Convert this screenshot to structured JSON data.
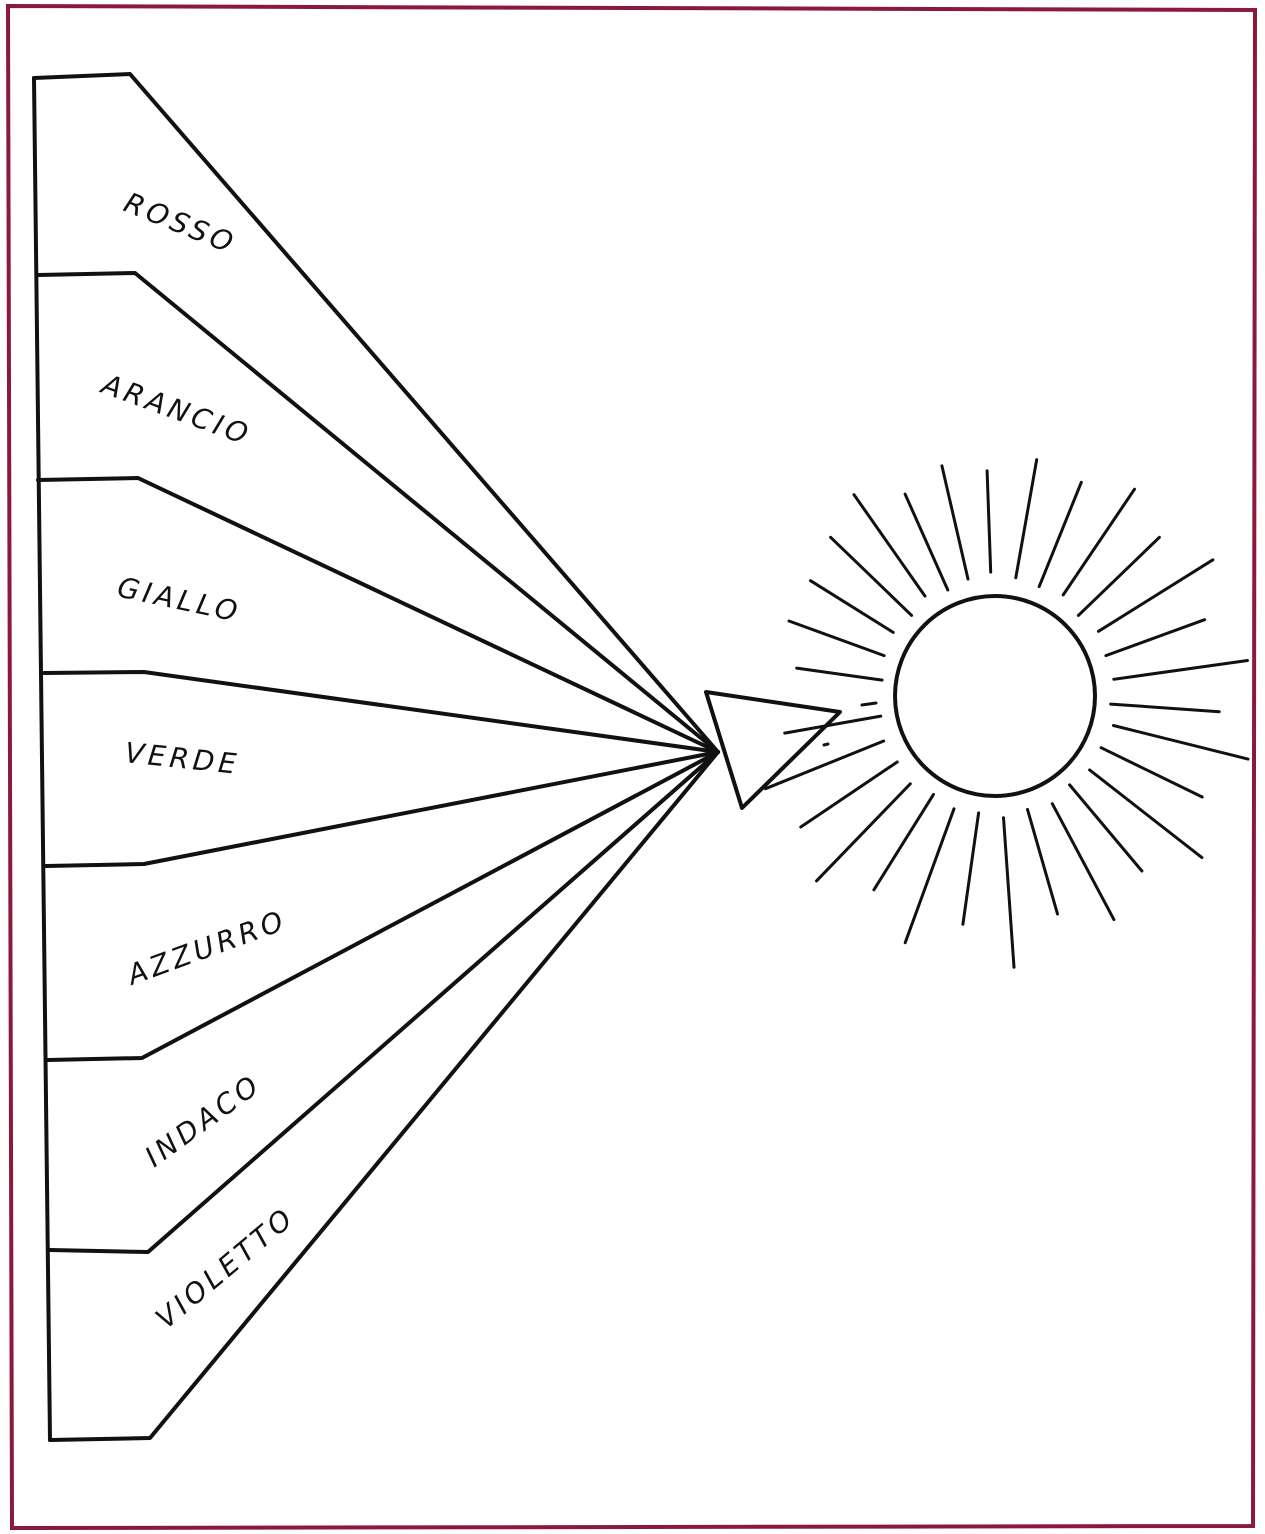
{
  "figure": {
    "border_color": "#8b1a3a",
    "ink_color": "#111111",
    "background": "#ffffff"
  },
  "spectrum": {
    "bands": [
      {
        "label": "ROSSO"
      },
      {
        "label": "ARANCIO"
      },
      {
        "label": "GIALLO"
      },
      {
        "label": "VERDE"
      },
      {
        "label": "AZZURRO"
      },
      {
        "label": "INDACO"
      },
      {
        "label": "VIOLETTO"
      }
    ]
  },
  "prism": {
    "icon": "prism-icon"
  },
  "sun": {
    "icon": "sun-icon"
  }
}
